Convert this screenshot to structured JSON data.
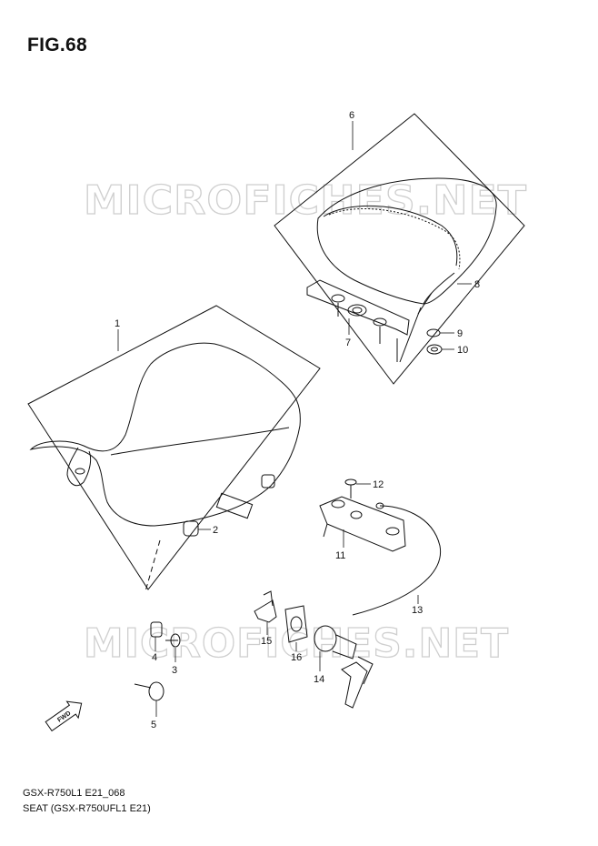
{
  "figure": {
    "title": "FIG.68"
  },
  "watermark": {
    "text": "MICROFICHES.NET"
  },
  "direction_marker": {
    "label": "FWD",
    "icon": "forward-arrow-icon"
  },
  "callouts": [
    {
      "number": "1"
    },
    {
      "number": "2"
    },
    {
      "number": "3"
    },
    {
      "number": "4"
    },
    {
      "number": "5"
    },
    {
      "number": "6"
    },
    {
      "number": "7"
    },
    {
      "number": "8"
    },
    {
      "number": "9"
    },
    {
      "number": "10"
    },
    {
      "number": "11"
    },
    {
      "number": "12"
    },
    {
      "number": "13"
    },
    {
      "number": "14"
    },
    {
      "number": "15"
    },
    {
      "number": "16"
    }
  ],
  "footer": {
    "diagram_code": "GSX-R750L1 E21_068",
    "model_line": "SEAT (GSX-R750UFL1 E21)"
  }
}
